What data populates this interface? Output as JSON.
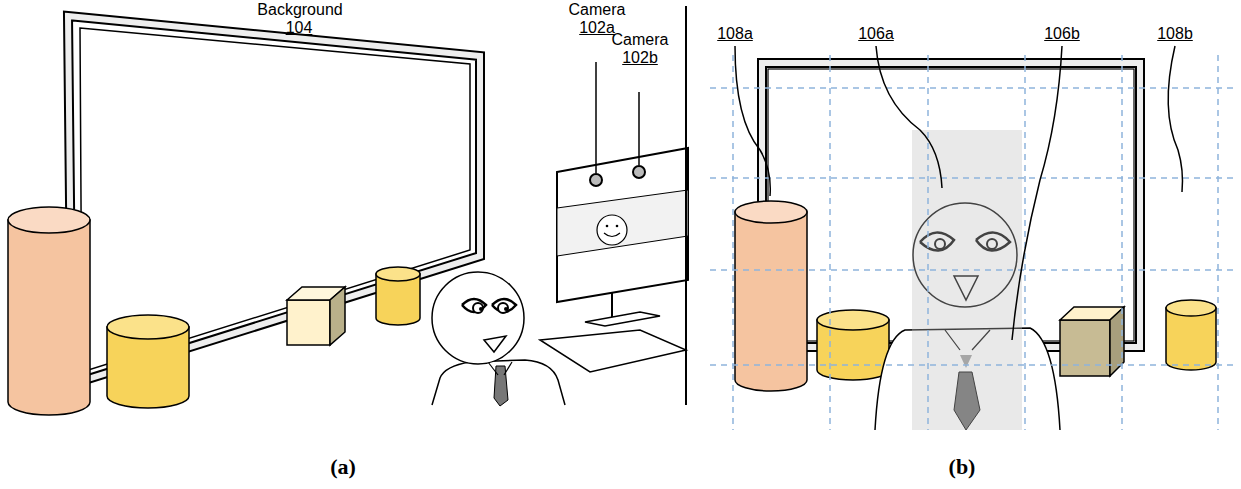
{
  "diagram": {
    "labels": [
      "Background",
      "104",
      "Camera",
      "102a",
      "Camera",
      "102b",
      "108a",
      "106a",
      "106b",
      "108b",
      "(a)",
      "(b)"
    ]
  }
}
